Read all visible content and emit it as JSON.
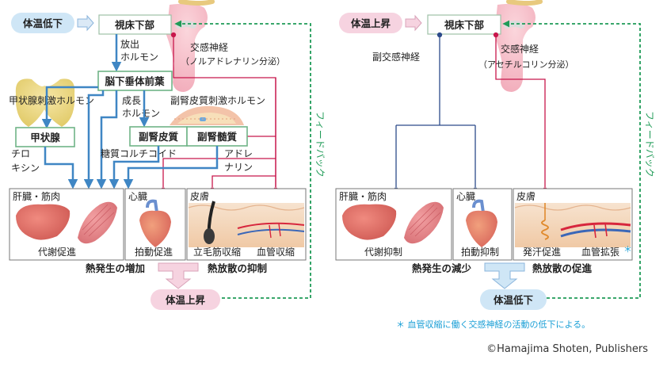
{
  "left": {
    "trigger": "体温低下",
    "hypothalamus": "視床下部",
    "release_hormone_1": "放出",
    "release_hormone_2": "ホルモン",
    "sympathetic_1": "交感神経",
    "sympathetic_2": "（ノルアドレナリン分泌）",
    "pituitary": "脳下垂体前葉",
    "tsh": "甲状腺刺激ホルモン",
    "gh_1": "成長",
    "gh_2": "ホルモン",
    "acth": "副腎皮質刺激ホルモン",
    "thyroid": "甲状腺",
    "thyroxine_1": "チロ",
    "thyroxine_2": "キシン",
    "adrenal_cortex": "副腎皮質",
    "adrenal_medulla": "副腎髄質",
    "glucocorticoid": "糖質コルチコイド",
    "adrenaline_1": "アドレ",
    "adrenaline_2": "ナリン",
    "feedback": "フィードバック",
    "liver_muscle": "肝臓・筋肉",
    "metabolism": "代謝促進",
    "heart": "心臓",
    "heartbeat": "拍動促進",
    "skin": "皮膚",
    "piloerector": "立毛筋収縮",
    "vasoconstriction": "血管収縮",
    "heat_production": "熱発生の増加",
    "heat_dissipation": "熱放散の抑制",
    "result": "体温上昇"
  },
  "right": {
    "trigger": "体温上昇",
    "hypothalamus": "視床下部",
    "parasympathetic": "副交感神経",
    "sympathetic_1": "交感神経",
    "sympathetic_2": "（アセチルコリン分泌）",
    "feedback": "フィードバック",
    "liver_muscle": "肝臓・筋肉",
    "metabolism": "代謝抑制",
    "heart": "心臓",
    "heartbeat": "拍動抑制",
    "skin": "皮膚",
    "sweating": "発汗促進",
    "vasodilation": "血管拡張",
    "asterisk": "＊",
    "heat_production": "熱発生の減少",
    "heat_dissipation": "熱放散の促進",
    "result": "体温低下"
  },
  "footnote": "＊ 血管収縮に働く交感神経の活動の低下による。",
  "copyright": "©Hamajima Shoten, Publishers",
  "colors": {
    "blue_arrow": "#3f86c4",
    "red_nerve": "#c8174c",
    "navy_nerve": "#2c4a8a",
    "feedback_green": "#1f9b57",
    "cold_pill": "#cfe6f6",
    "hot_pill": "#f6d3e0"
  }
}
